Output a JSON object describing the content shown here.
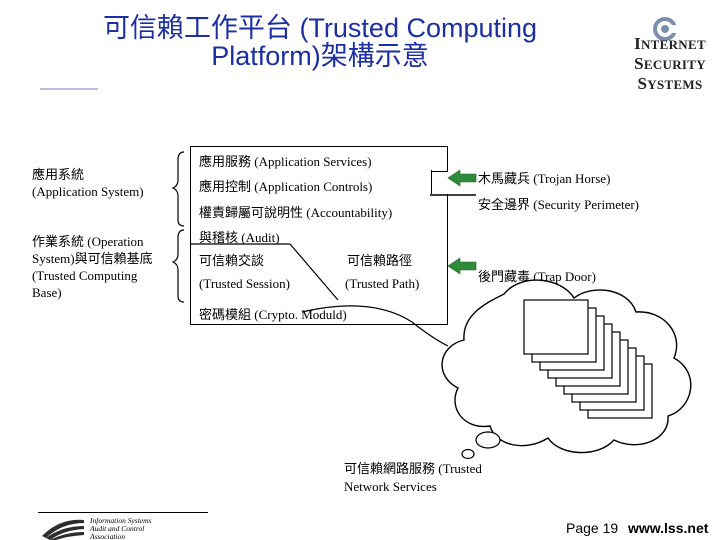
{
  "title": {
    "line1": "可信賴工作平台 (Trusted Computing",
    "line2": "Platform)架構示意"
  },
  "logo": {
    "line1_cap": "I",
    "line1_rest": "NTERNET",
    "line2_cap": "S",
    "line2_rest": "ECURITY",
    "line3_cap": "S",
    "line3_rest": "YSTEMS"
  },
  "left_labels": {
    "application_system": [
      "應用系統",
      "(Application System)"
    ],
    "operation_system": [
      "作業系統 (Operation",
      "System)與可信賴基底",
      "(Trusted Computing",
      "Base)"
    ]
  },
  "stack": {
    "application_services": "應用服務 (Application Services)",
    "application_controls": "應用控制 (Application Controls)",
    "accountability": "權責歸屬可說明性 (Accountability)",
    "audit": "與稽核 (Audit)",
    "trusted_session_zh": "可信賴交談",
    "trusted_session_en": "(Trusted Session)",
    "trusted_path_zh": "可信賴路徑",
    "trusted_path_en": "(Trusted Path)",
    "crypto_module": "密碼模組 (Crypto. Moduld)"
  },
  "threats": {
    "trojan_horse": "木馬藏兵 (Trojan Horse)",
    "security_perimeter": "安全邊界 (Security Perimeter)",
    "trap_door": "後門藏毒 (Trap Door)"
  },
  "cloud_caption": [
    "可信賴網路服務 (Trusted",
    "Network Services"
  ],
  "footer": {
    "org": [
      "Information Systems",
      "Audit and Control",
      "Association"
    ],
    "page": "Page 19",
    "site": "www.lss.net"
  },
  "colors": {
    "title": "#1b2fa3",
    "arrow": "#2e8b3a"
  }
}
